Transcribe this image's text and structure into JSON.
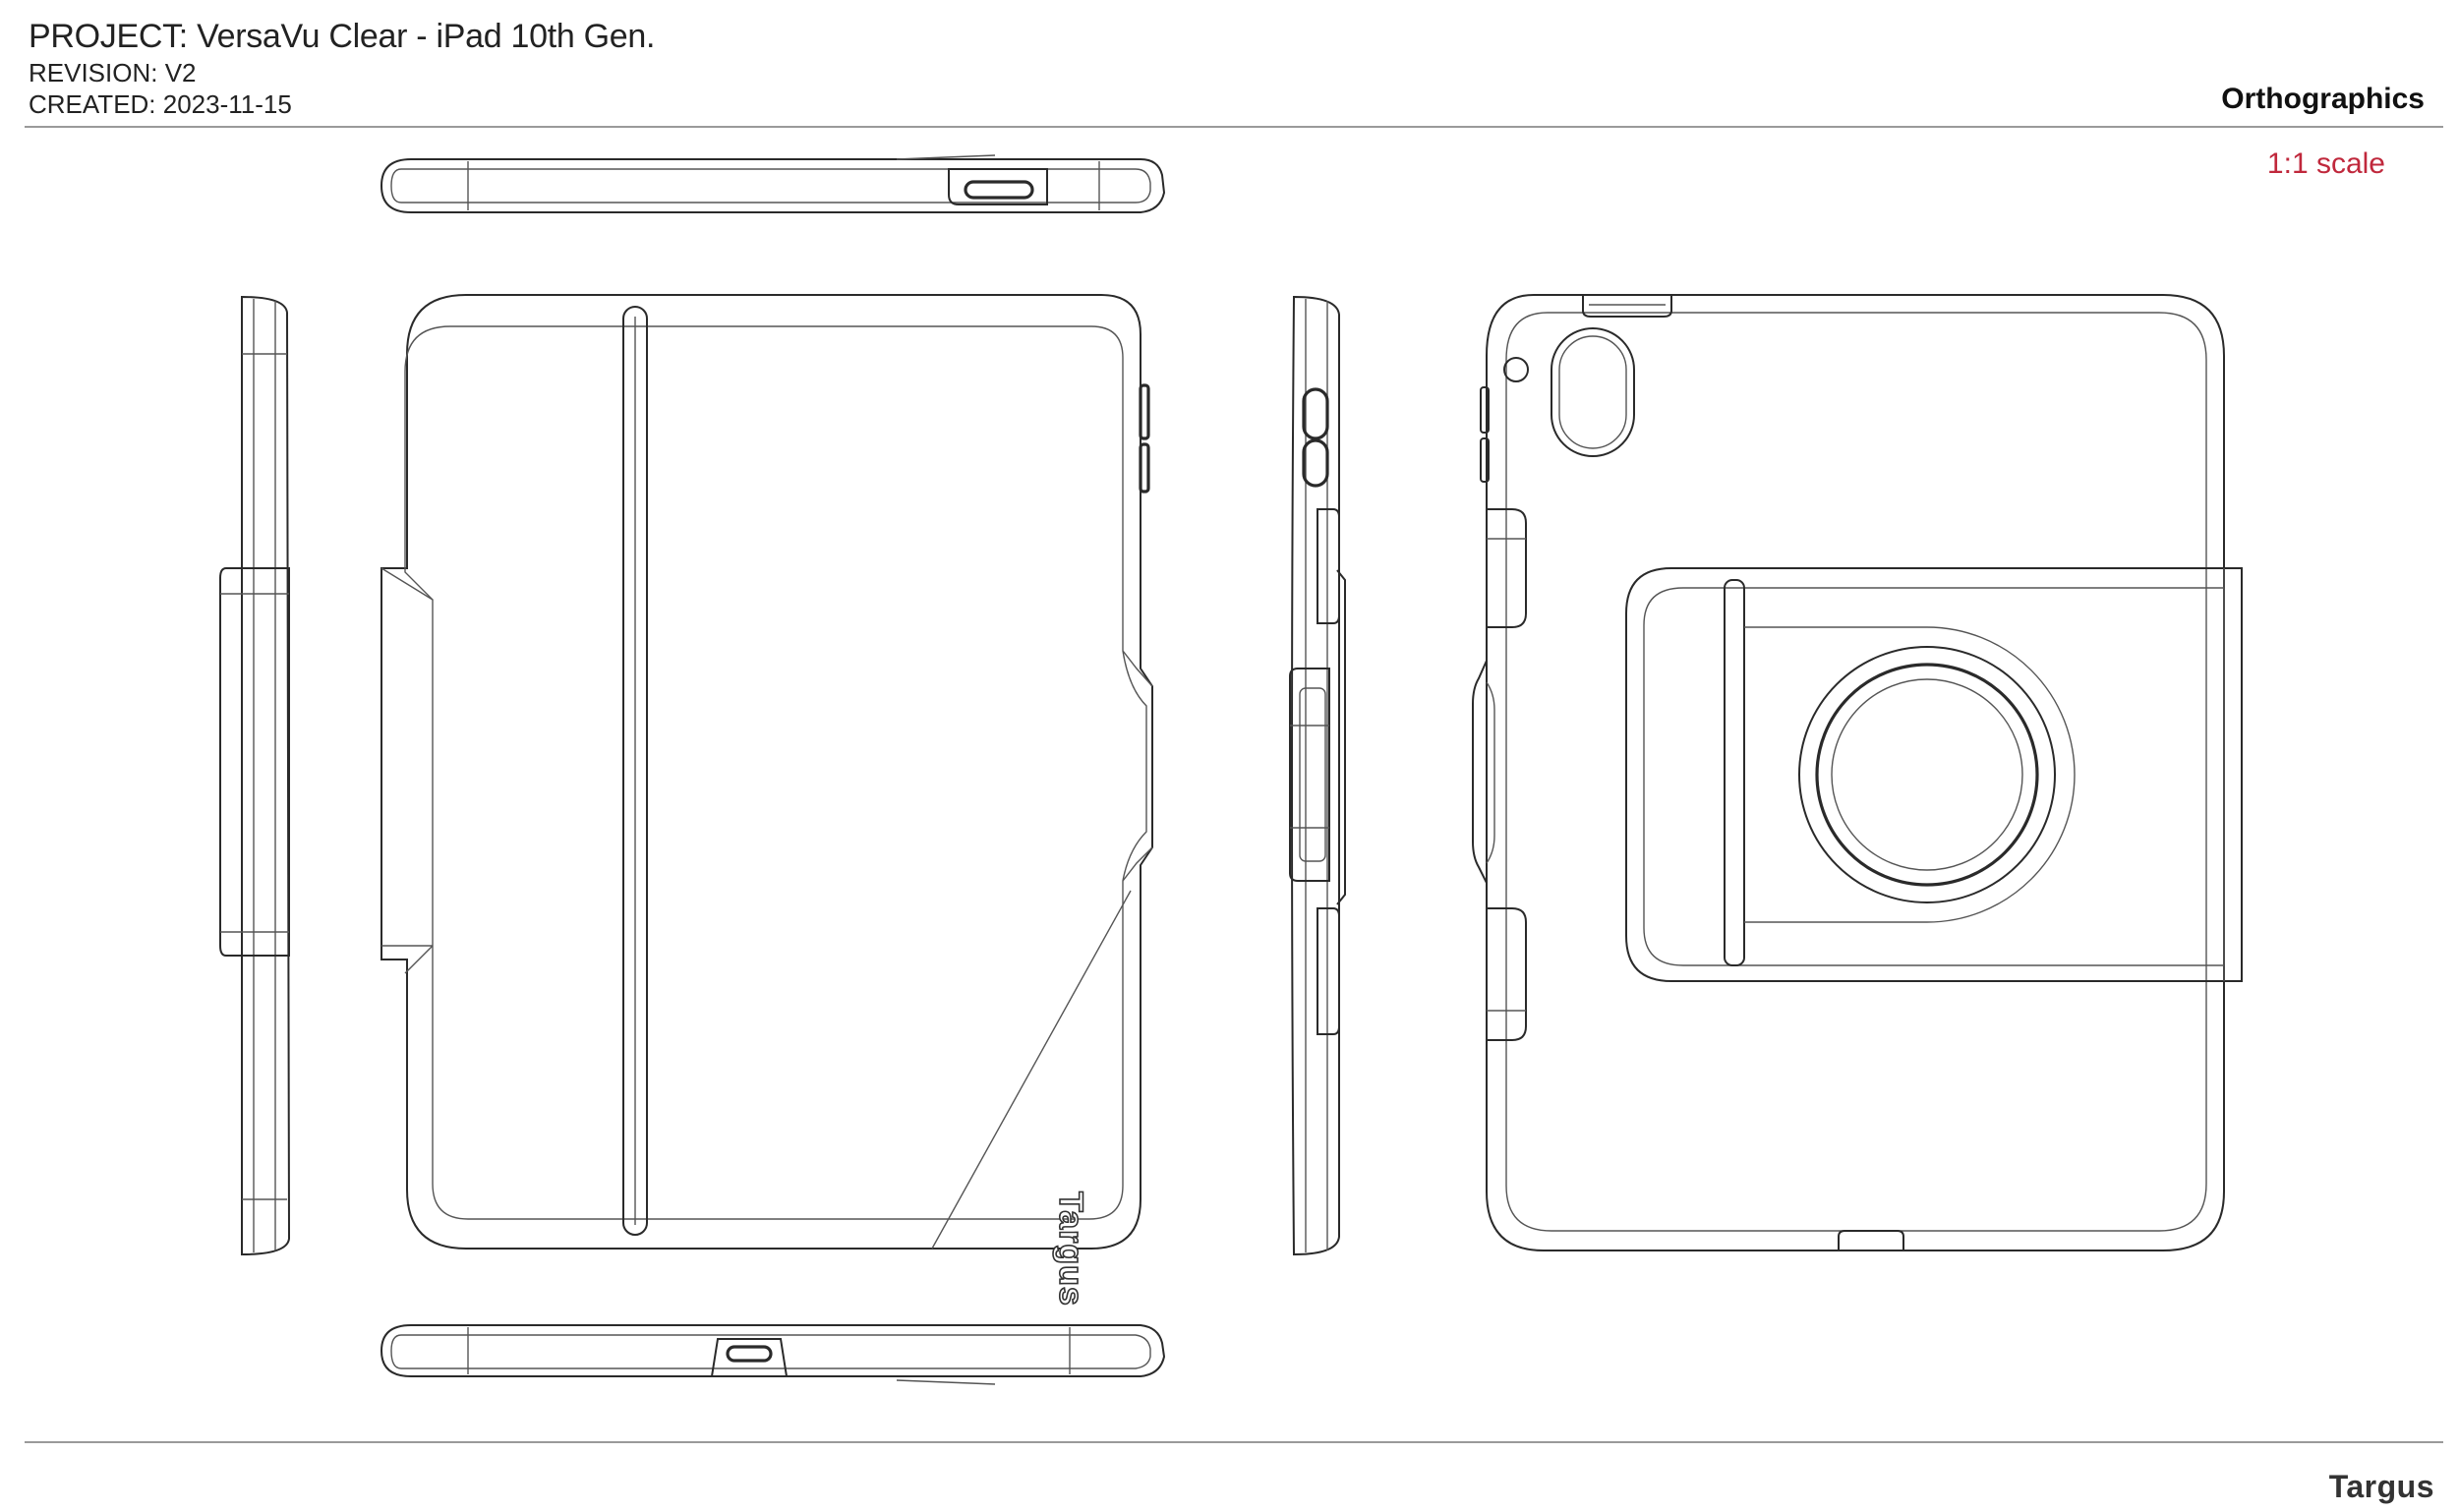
{
  "header": {
    "project": "PROJECT: VersaVu Clear - iPad 10th Gen.",
    "revision": "REVISION: V2",
    "created": "CREATED: 2023-11-15"
  },
  "sheet": {
    "title": "Orthographics",
    "scale": "1:1 scale"
  },
  "drawing": {
    "case_logo": "Targus",
    "views": [
      "top-view",
      "left-side-view",
      "front-view",
      "right-side-view",
      "back-view",
      "bottom-view"
    ]
  },
  "footer": {
    "brand": "Targus"
  },
  "colors": {
    "scale_text": "#c0283c",
    "line": "#2a2a2a",
    "rule": "#9a9a9a"
  }
}
